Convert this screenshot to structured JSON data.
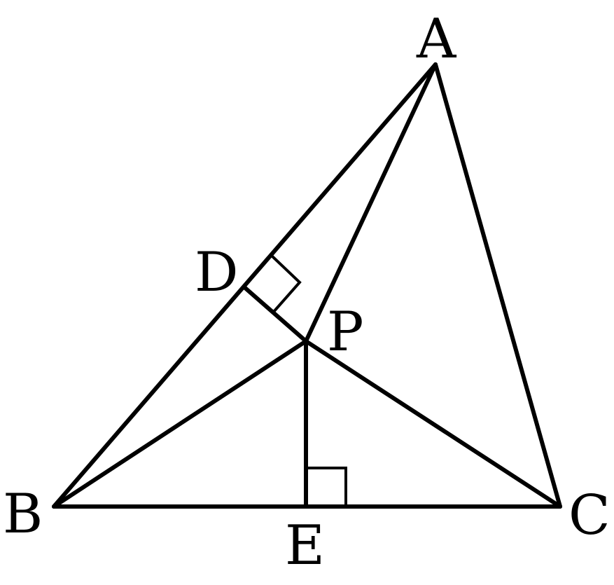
{
  "diagram": {
    "labels": {
      "A": "A",
      "B": "B",
      "C": "C",
      "D": "D",
      "E": "E",
      "P": "P"
    },
    "segments": [
      "AB",
      "AC",
      "BC",
      "AP",
      "BP",
      "CP",
      "DP",
      "PE"
    ],
    "right_angles": [
      "D",
      "E"
    ],
    "colors": {
      "stroke": "#000000",
      "background": "#ffffff"
    }
  }
}
